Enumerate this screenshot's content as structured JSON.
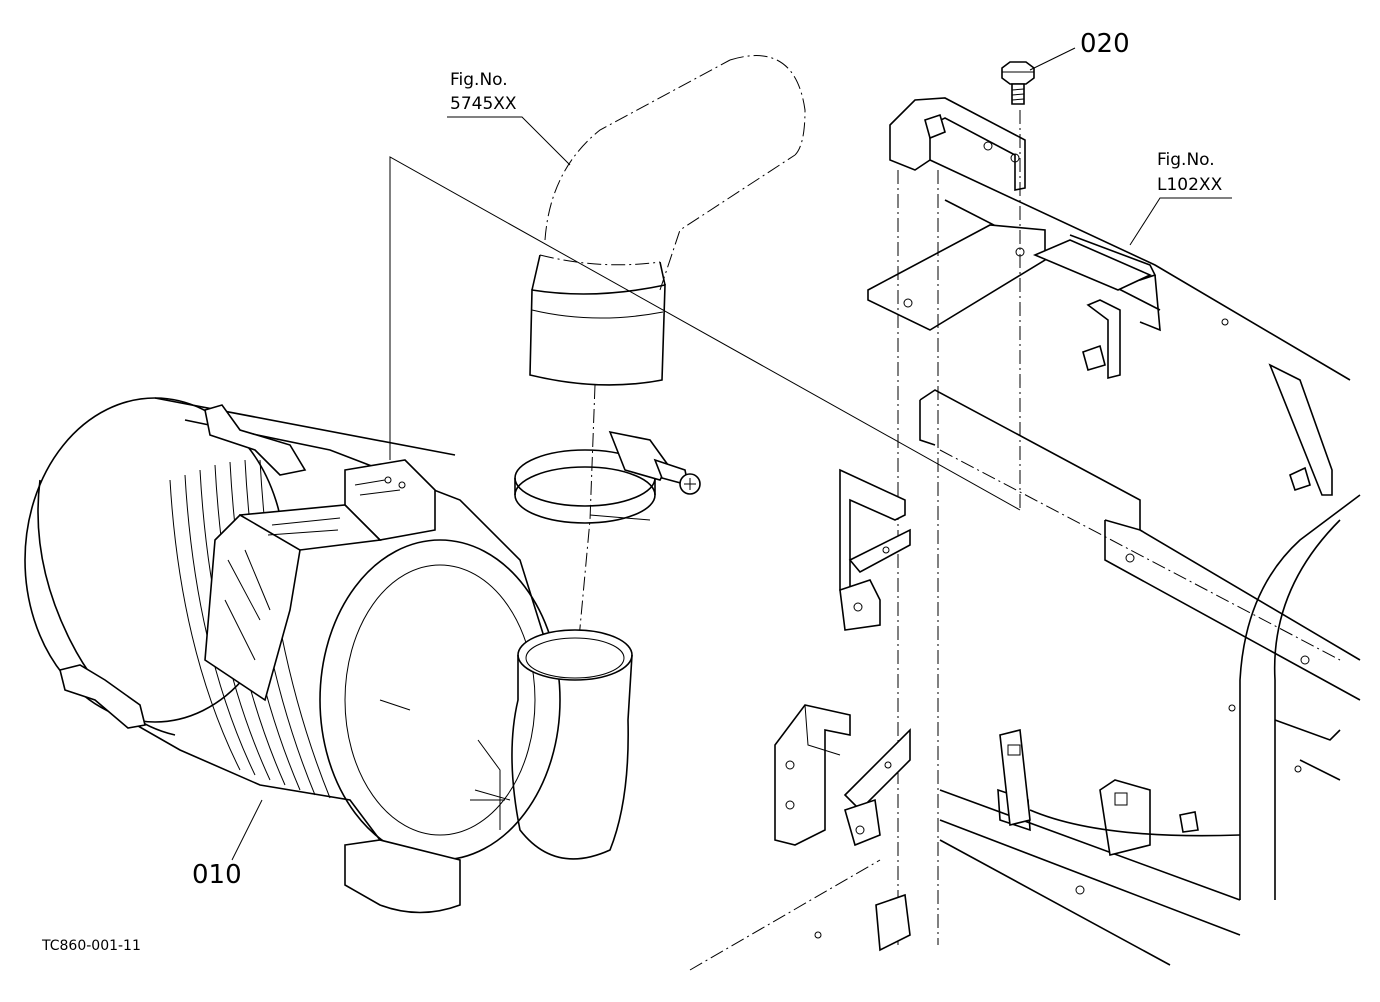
{
  "labels": {
    "part_010": "010",
    "part_020": "020",
    "ref_hose_line1": "Fig.No.",
    "ref_hose_line2": "5745XX",
    "ref_frame_line1": "Fig.No.",
    "ref_frame_line2": "L102XX",
    "drawing_code": "TC860-001-11"
  }
}
